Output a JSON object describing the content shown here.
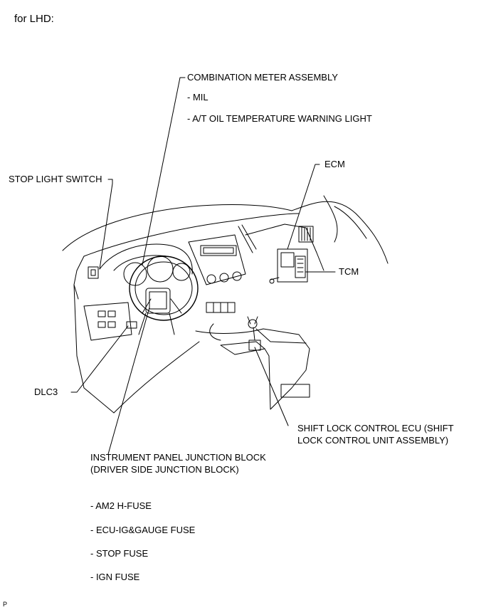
{
  "title": "for LHD:",
  "labels": {
    "combination_meter": "COMBINATION METER ASSEMBLY",
    "mil": "- MIL",
    "at_oil_temp": "- A/T OIL TEMPERATURE WARNING LIGHT",
    "ecm": "ECM",
    "stop_light_switch": "STOP LIGHT SWITCH",
    "tcm": "TCM",
    "dlc3": "DLC3",
    "shift_lock_line1": "SHIFT LOCK CONTROL ECU (SHIFT",
    "shift_lock_line2": "LOCK CONTROL UNIT ASSEMBLY)",
    "ip_junction_line1": "INSTRUMENT PANEL JUNCTION BLOCK",
    "ip_junction_line2": "(DRIVER SIDE JUNCTION BLOCK)",
    "am2_fuse": "- AM2 H-FUSE",
    "ecu_ig_fuse": "- ECU-IG&GAUGE FUSE",
    "stop_fuse": "- STOP FUSE",
    "ign_fuse": "- IGN FUSE"
  },
  "corner_mark": "P"
}
